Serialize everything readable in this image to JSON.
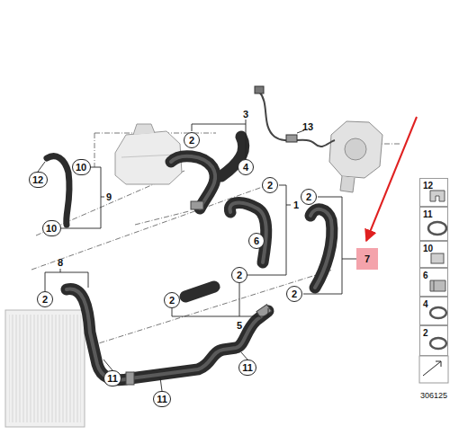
{
  "diagram": {
    "nodes": [
      {
        "text": [
          "2"
        ]
      },
      {
        "text": [
          "4"
        ]
      },
      {
        "text": [
          "10"
        ]
      },
      {
        "text": [
          "12"
        ]
      },
      {
        "text": [
          "2"
        ]
      },
      {
        "text": [
          "2"
        ]
      },
      {
        "text": [
          "10"
        ]
      },
      {
        "text": [
          "6"
        ]
      },
      {
        "text": [
          "2"
        ]
      },
      {
        "text": [
          "7"
        ]
      },
      {
        "text": [
          "2"
        ]
      },
      {
        "text": [
          "2"
        ]
      },
      {
        "text": [
          "2"
        ]
      },
      {
        "text": [
          "11"
        ]
      },
      {
        "text": [
          "11"
        ]
      },
      {
        "text": [
          "11"
        ]
      },
      {
        "text": [
          "12"
        ]
      },
      {
        "text": [
          "11"
        ]
      },
      {
        "text": [
          "10"
        ]
      },
      {
        "text": [
          "6"
        ]
      },
      {
        "text": [
          "4"
        ]
      },
      {
        "text": [
          "2"
        ]
      }
    ],
    "labels": [
      "3",
      "13",
      "9",
      "1",
      "8",
      "5",
      "306125"
    ]
  }
}
